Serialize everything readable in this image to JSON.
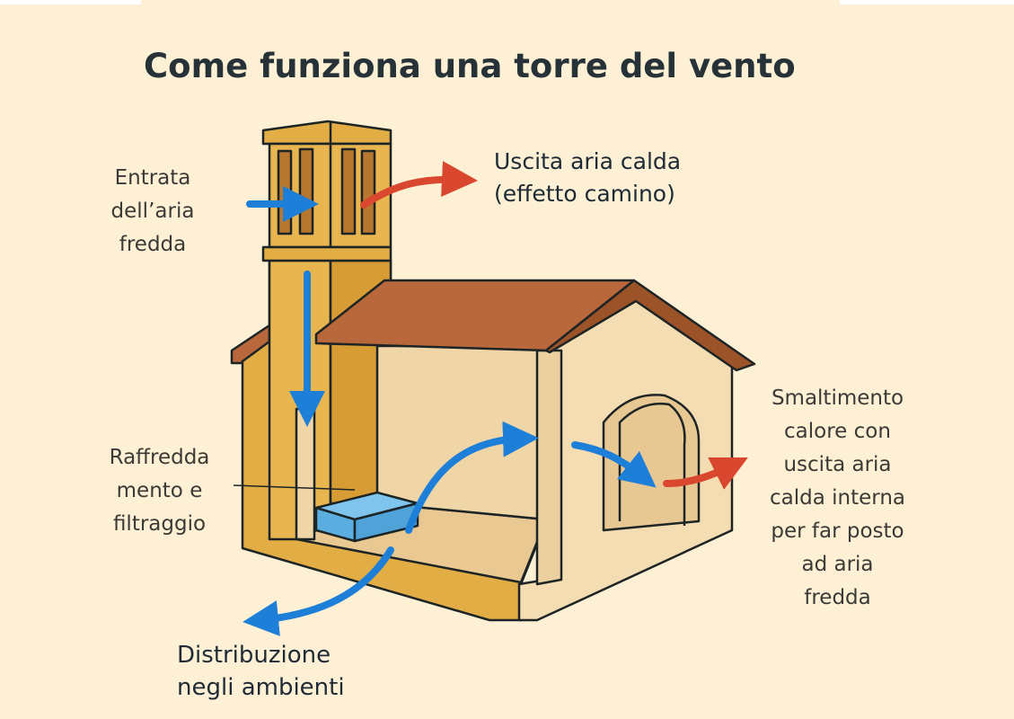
{
  "title": "Come funziona una torre del vento",
  "labels": {
    "cold_air_in": "Entrata\ndell’aria\nfredda",
    "hot_air_out": "Uscita aria calda\n(effetto camino)",
    "cooling": "Raffredda\nmento e\nfiltraggio",
    "distribution": "Distribuzione\nnegli ambienti",
    "heat_disposal": "Smaltimento\ncalore con\nuscita aria\ncalda interna\nper far posto\nad aria\nfredda"
  },
  "colors": {
    "cold_arrow": "#1e7fd8",
    "hot_arrow": "#d9472f",
    "tower": "#e3ad45",
    "roof": "#b8683a",
    "wall": "#f4ddb2",
    "background": "#fdf0d4"
  }
}
